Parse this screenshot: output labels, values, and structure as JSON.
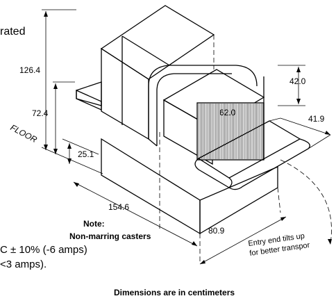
{
  "labels": {
    "rated_fragment": "rated",
    "floor": "FLOOR",
    "note_title": "Note:",
    "note_body": "Non-marring casters",
    "entry_line1": "Entry end tilts up",
    "entry_line2": "for better transpor",
    "electrical_line1": "C ± 10% (-6 amps)",
    "electrical_line2": "<3 amps).",
    "footer": "Dimensions are in centimeters"
  },
  "dimensions": {
    "overall_height": "126.4",
    "table_height": "72.4",
    "caster_height": "25.1",
    "tunnel_height": "42.0",
    "tunnel_width": "62.0",
    "conveyor_width": "41.9",
    "overall_length": "154.6",
    "overall_depth": "80.9"
  }
}
